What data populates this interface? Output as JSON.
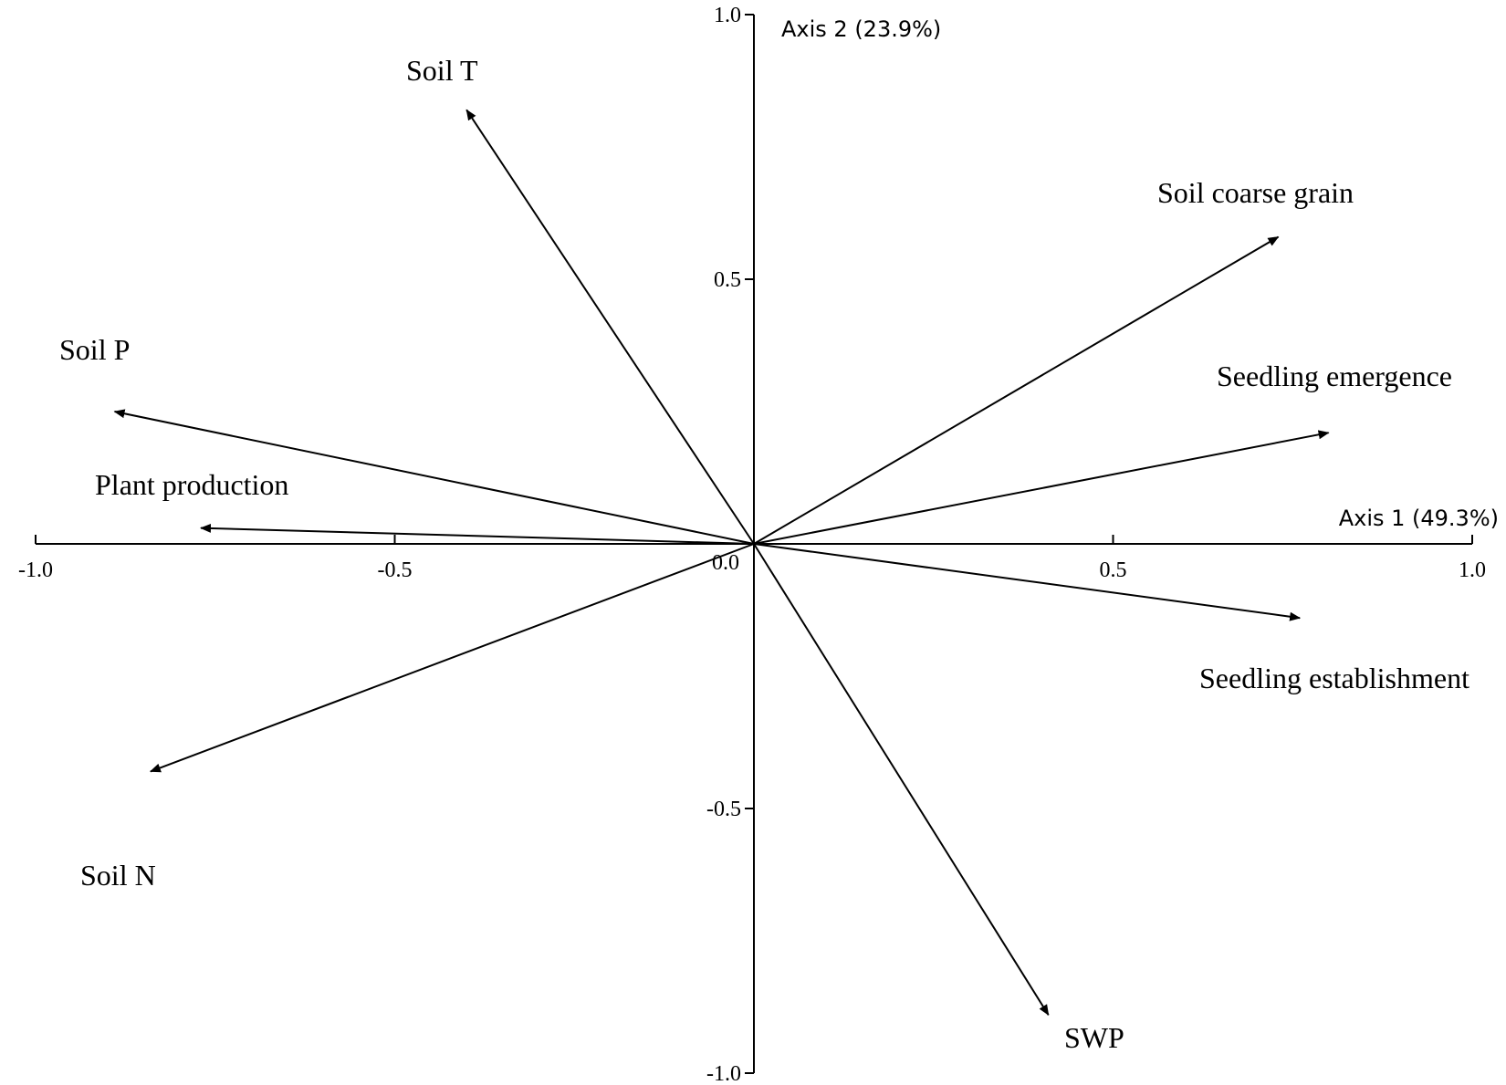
{
  "chart_data": {
    "type": "biplot",
    "x_axis": {
      "label": "Axis 1 (49.3%)",
      "range": [
        -1.0,
        1.0
      ]
    },
    "y_axis": {
      "label": "Axis 2 (23.9%)",
      "range": [
        -1.0,
        1.0
      ]
    },
    "x_ticks": [
      {
        "value": -1.0,
        "label": "-1.0"
      },
      {
        "value": -0.5,
        "label": "-0.5"
      },
      {
        "value": 0.5,
        "label": "0.5"
      },
      {
        "value": 1.0,
        "label": "1.0"
      }
    ],
    "y_ticks": [
      {
        "value": 1.0,
        "label": "1.0"
      },
      {
        "value": 0.5,
        "label": "0.5"
      },
      {
        "value": -0.5,
        "label": "-0.5"
      },
      {
        "value": -1.0,
        "label": "-1.0"
      }
    ],
    "origin_label": "0.0",
    "vectors": [
      {
        "name": "Soil T",
        "x": -0.4,
        "y": 0.82
      },
      {
        "name": "Soil coarse grain",
        "x": 0.73,
        "y": 0.58
      },
      {
        "name": "Soil P",
        "x": -0.89,
        "y": 0.25
      },
      {
        "name": "Seedling emergence",
        "x": 0.8,
        "y": 0.21
      },
      {
        "name": "Plant production",
        "x": -0.77,
        "y": 0.03
      },
      {
        "name": "Seedling establishment",
        "x": 0.76,
        "y": -0.14
      },
      {
        "name": "Soil N",
        "x": -0.84,
        "y": -0.43
      },
      {
        "name": "SWP",
        "x": 0.41,
        "y": -0.89
      }
    ],
    "grid": false,
    "legend": "none"
  }
}
